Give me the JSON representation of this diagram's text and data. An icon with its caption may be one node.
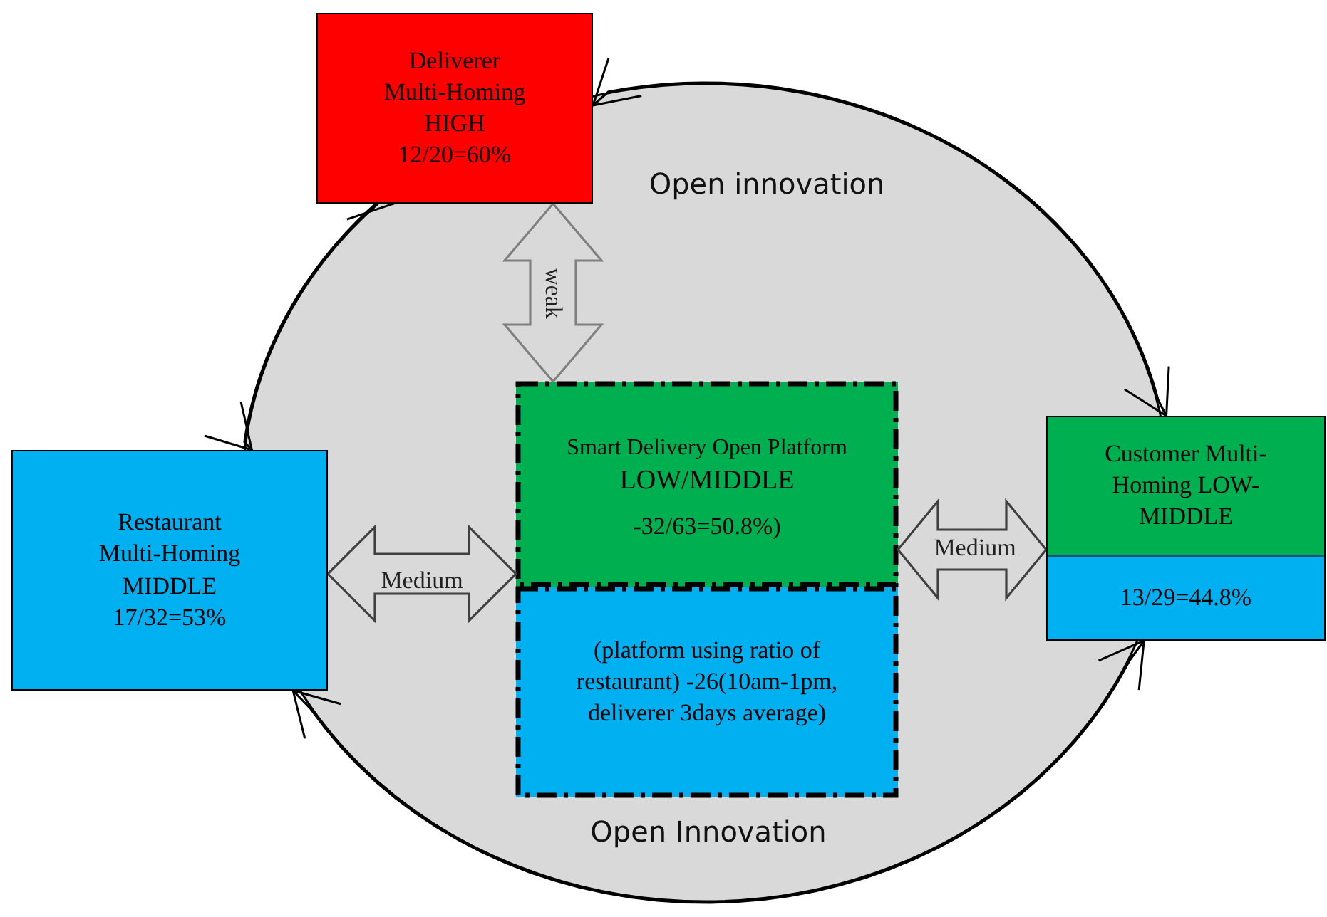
{
  "diagram": {
    "nodes": [
      {
        "text": [
          "Open innovation",
          "Open Innovation"
        ]
      },
      {
        "text": [
          "Deliverer",
          "Multi-Homing",
          "HIGH",
          "12/20=60%"
        ]
      },
      {
        "text": [
          "Restaurant",
          "Multi-Homing",
          "MIDDLE",
          "17/32=53%"
        ]
      },
      {
        "text": [
          "Smart Delivery Open Platform",
          "LOW/MIDDLE",
          "-32/63=50.8%)"
        ],
        "in": 0
      },
      {
        "text": [
          "(platform using ratio of restaurant) -26(10am-1pm, deliverer 3days average)"
        ],
        "in": 0
      },
      {
        "text": [
          "Customer Multi-Homing LOW-MIDDLE",
          "13/29=44.8%"
        ]
      }
    ],
    "edges": [
      {
        "from": 5,
        "to": 1,
        "arrow": "both"
      },
      {
        "from": 1,
        "to": 2,
        "arrow": "both"
      },
      {
        "from": 2,
        "to": 5,
        "arrow": "both"
      },
      {
        "from": 1,
        "to": 3,
        "arrow": "both",
        "label": "weak",
        "style": "thick",
        "color": "#808080"
      },
      {
        "from": 2,
        "to": 3,
        "arrow": "both",
        "label": "Medium",
        "style": "thick"
      },
      {
        "from": 3,
        "to": 5,
        "arrow": "both",
        "label": "Medium",
        "style": "thick"
      }
    ]
  }
}
